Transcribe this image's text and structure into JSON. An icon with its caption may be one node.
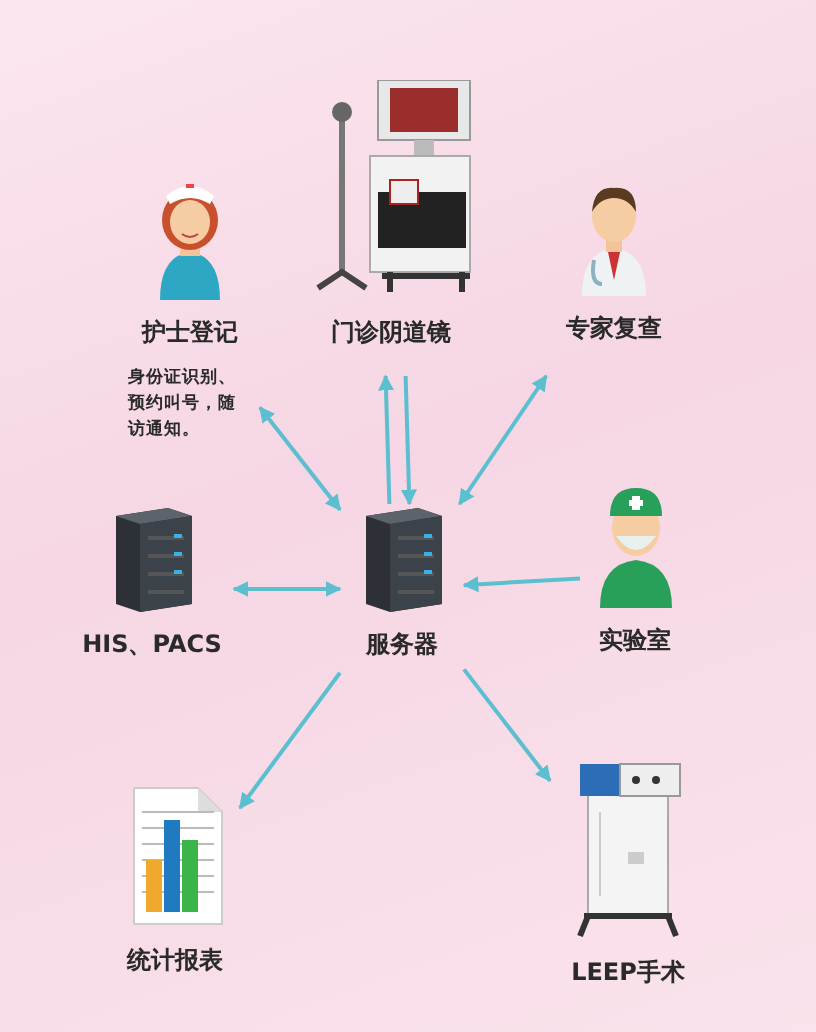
{
  "diagram": {
    "nodes": [
      {
        "text": [
          "护士登记"
        ],
        "beside": [
          "身份证识别、预约叫号，随访通知。"
        ]
      },
      {
        "text": [
          "门诊阴道镜"
        ]
      },
      {
        "text": [
          "专家复查"
        ]
      },
      {
        "text": [
          "HIS、PACS"
        ]
      },
      {
        "text": [
          "服务器"
        ]
      },
      {
        "text": [
          "实验室"
        ]
      },
      {
        "text": [
          "统计报表"
        ]
      },
      {
        "text": [
          "LEEP手术"
        ]
      }
    ],
    "edges": [
      {
        "from": 4,
        "to": 0,
        "arrow": "both"
      },
      {
        "from": 4,
        "to": 1,
        "arrow": "to"
      },
      {
        "from": 1,
        "to": 4,
        "arrow": "to"
      },
      {
        "from": 4,
        "to": 2,
        "arrow": "both"
      },
      {
        "from": 3,
        "to": 4,
        "arrow": "both"
      },
      {
        "from": 5,
        "to": 4,
        "arrow": "to"
      },
      {
        "from": 4,
        "to": 6,
        "arrow": "to"
      },
      {
        "from": 4,
        "to": 7,
        "arrow": "to"
      }
    ]
  }
}
